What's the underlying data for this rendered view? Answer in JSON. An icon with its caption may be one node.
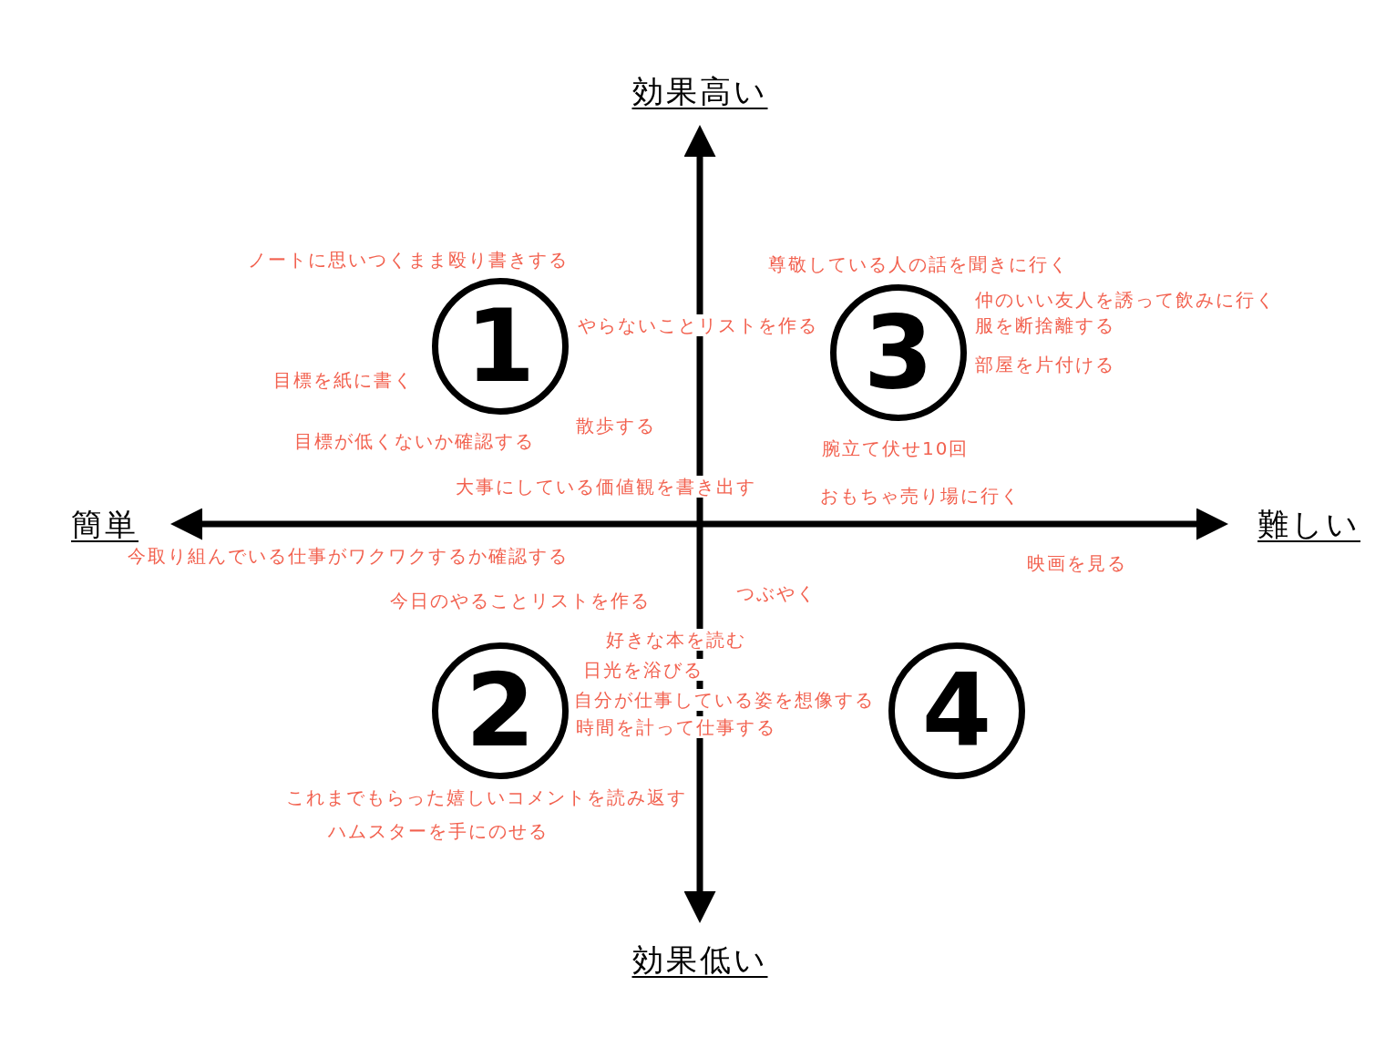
{
  "diagram": {
    "nodes": [
      {
        "text": [
          "1"
        ]
      },
      {
        "text": [
          "3"
        ]
      },
      {
        "text": [
          "2"
        ]
      },
      {
        "text": [
          "4"
        ]
      }
    ],
    "edges": [],
    "labels": [
      "効果高い",
      "ノートに思いつくまま殴り書きする",
      "尊敬している人の話を聞きに行く",
      "仲のいい友人を誘って飲みに行く",
      "やらないことリストを作る",
      "服を断捨離する",
      "部屋を片付ける",
      "目標を紙に書く",
      "散歩する",
      "目標が低くないか確認する",
      "腕立て伏せ10回",
      "大事にしている価値観を書き出す",
      "おもちゃ売り場に行く",
      "簡単",
      "難しい",
      "今取り組んでいる仕事がワクワクするか確認する",
      "映画を見る",
      "今日のやることリストを作る",
      "つぶやく",
      "好きな本を読む",
      "日光を浴びる",
      "自分が仕事している姿を想像する",
      "時間を計って仕事する",
      "これまでもらった嬉しいコメントを読み返す",
      "ハムスターを手にのせる",
      "効果低い"
    ]
  }
}
